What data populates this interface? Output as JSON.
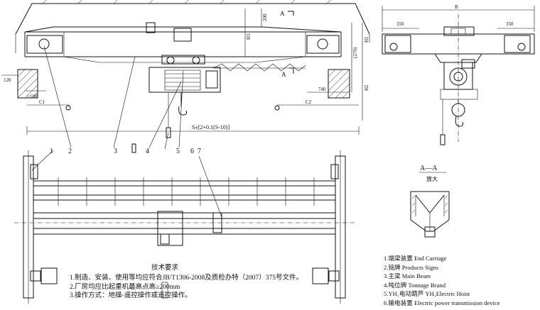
{
  "section_mark_top": "A",
  "section_mark_mid": "A",
  "dims": {
    "h3": "H3",
    "h1": "H1",
    "h2": "H2",
    "d200": "200",
    "d270": "(270)",
    "d740": "740",
    "d120": "120",
    "d100": "≥100",
    "c1": "C1",
    "c2": "C2",
    "span": "S±[2+0.1(S-10)]",
    "width_b": "B",
    "d350_left": "350",
    "d350_right": "350"
  },
  "callouts": [
    "1",
    "2",
    "3",
    "4",
    "5",
    "6",
    "7"
  ],
  "section_view": {
    "title": "A—A",
    "subtitle": "放大"
  },
  "tech_requirements": {
    "title": "技术要求",
    "items": [
      "1.制造、安装、使用等均应符合JB/T1306-2008及质检办特（2007）375号文件。",
      "2.厂房均应比起重机最高点高≥200mm",
      "3.操作方式：地操-遥控操作或遥控操作。"
    ]
  },
  "legend": {
    "items": [
      "1.端梁装置 End Carriage",
      "2.铭牌 Products Signs",
      "3.主梁 Main Beam",
      "4.吨位牌 Tonnage Brand",
      "5.YH₁电动葫芦 YH₁Electric Hoist",
      "6.输电装置 Electric power transmission device"
    ]
  }
}
